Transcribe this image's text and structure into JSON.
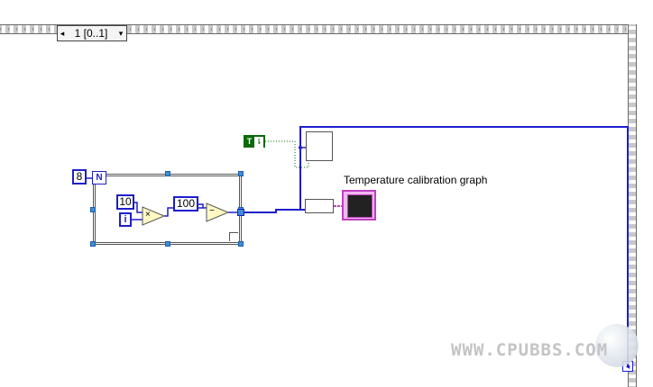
{
  "case_structure": {
    "selector_label": "1 [0..1]",
    "left_arrow": "◂",
    "dropdown_arrow": "▾"
  },
  "for_loop": {
    "count_terminal": "N",
    "count_value": "8",
    "iteration_terminal": "i"
  },
  "constants": {
    "multiplier": "10",
    "subtrahend": "100",
    "boolean_true": "T",
    "boolean_switch": "⇂"
  },
  "operators": {
    "multiply": "×",
    "subtract": "−"
  },
  "graph": {
    "label": "Temperature calibration graph"
  },
  "tunnel_glyph": "◂",
  "watermark": {
    "text": "WWW.CPUBBS.COM"
  },
  "colors": {
    "wire_blue": "#1e1ecc",
    "boolean_green": "#0a6a0a",
    "graph_pink": "#c040c0",
    "operator_fill": "#fff8c4"
  }
}
